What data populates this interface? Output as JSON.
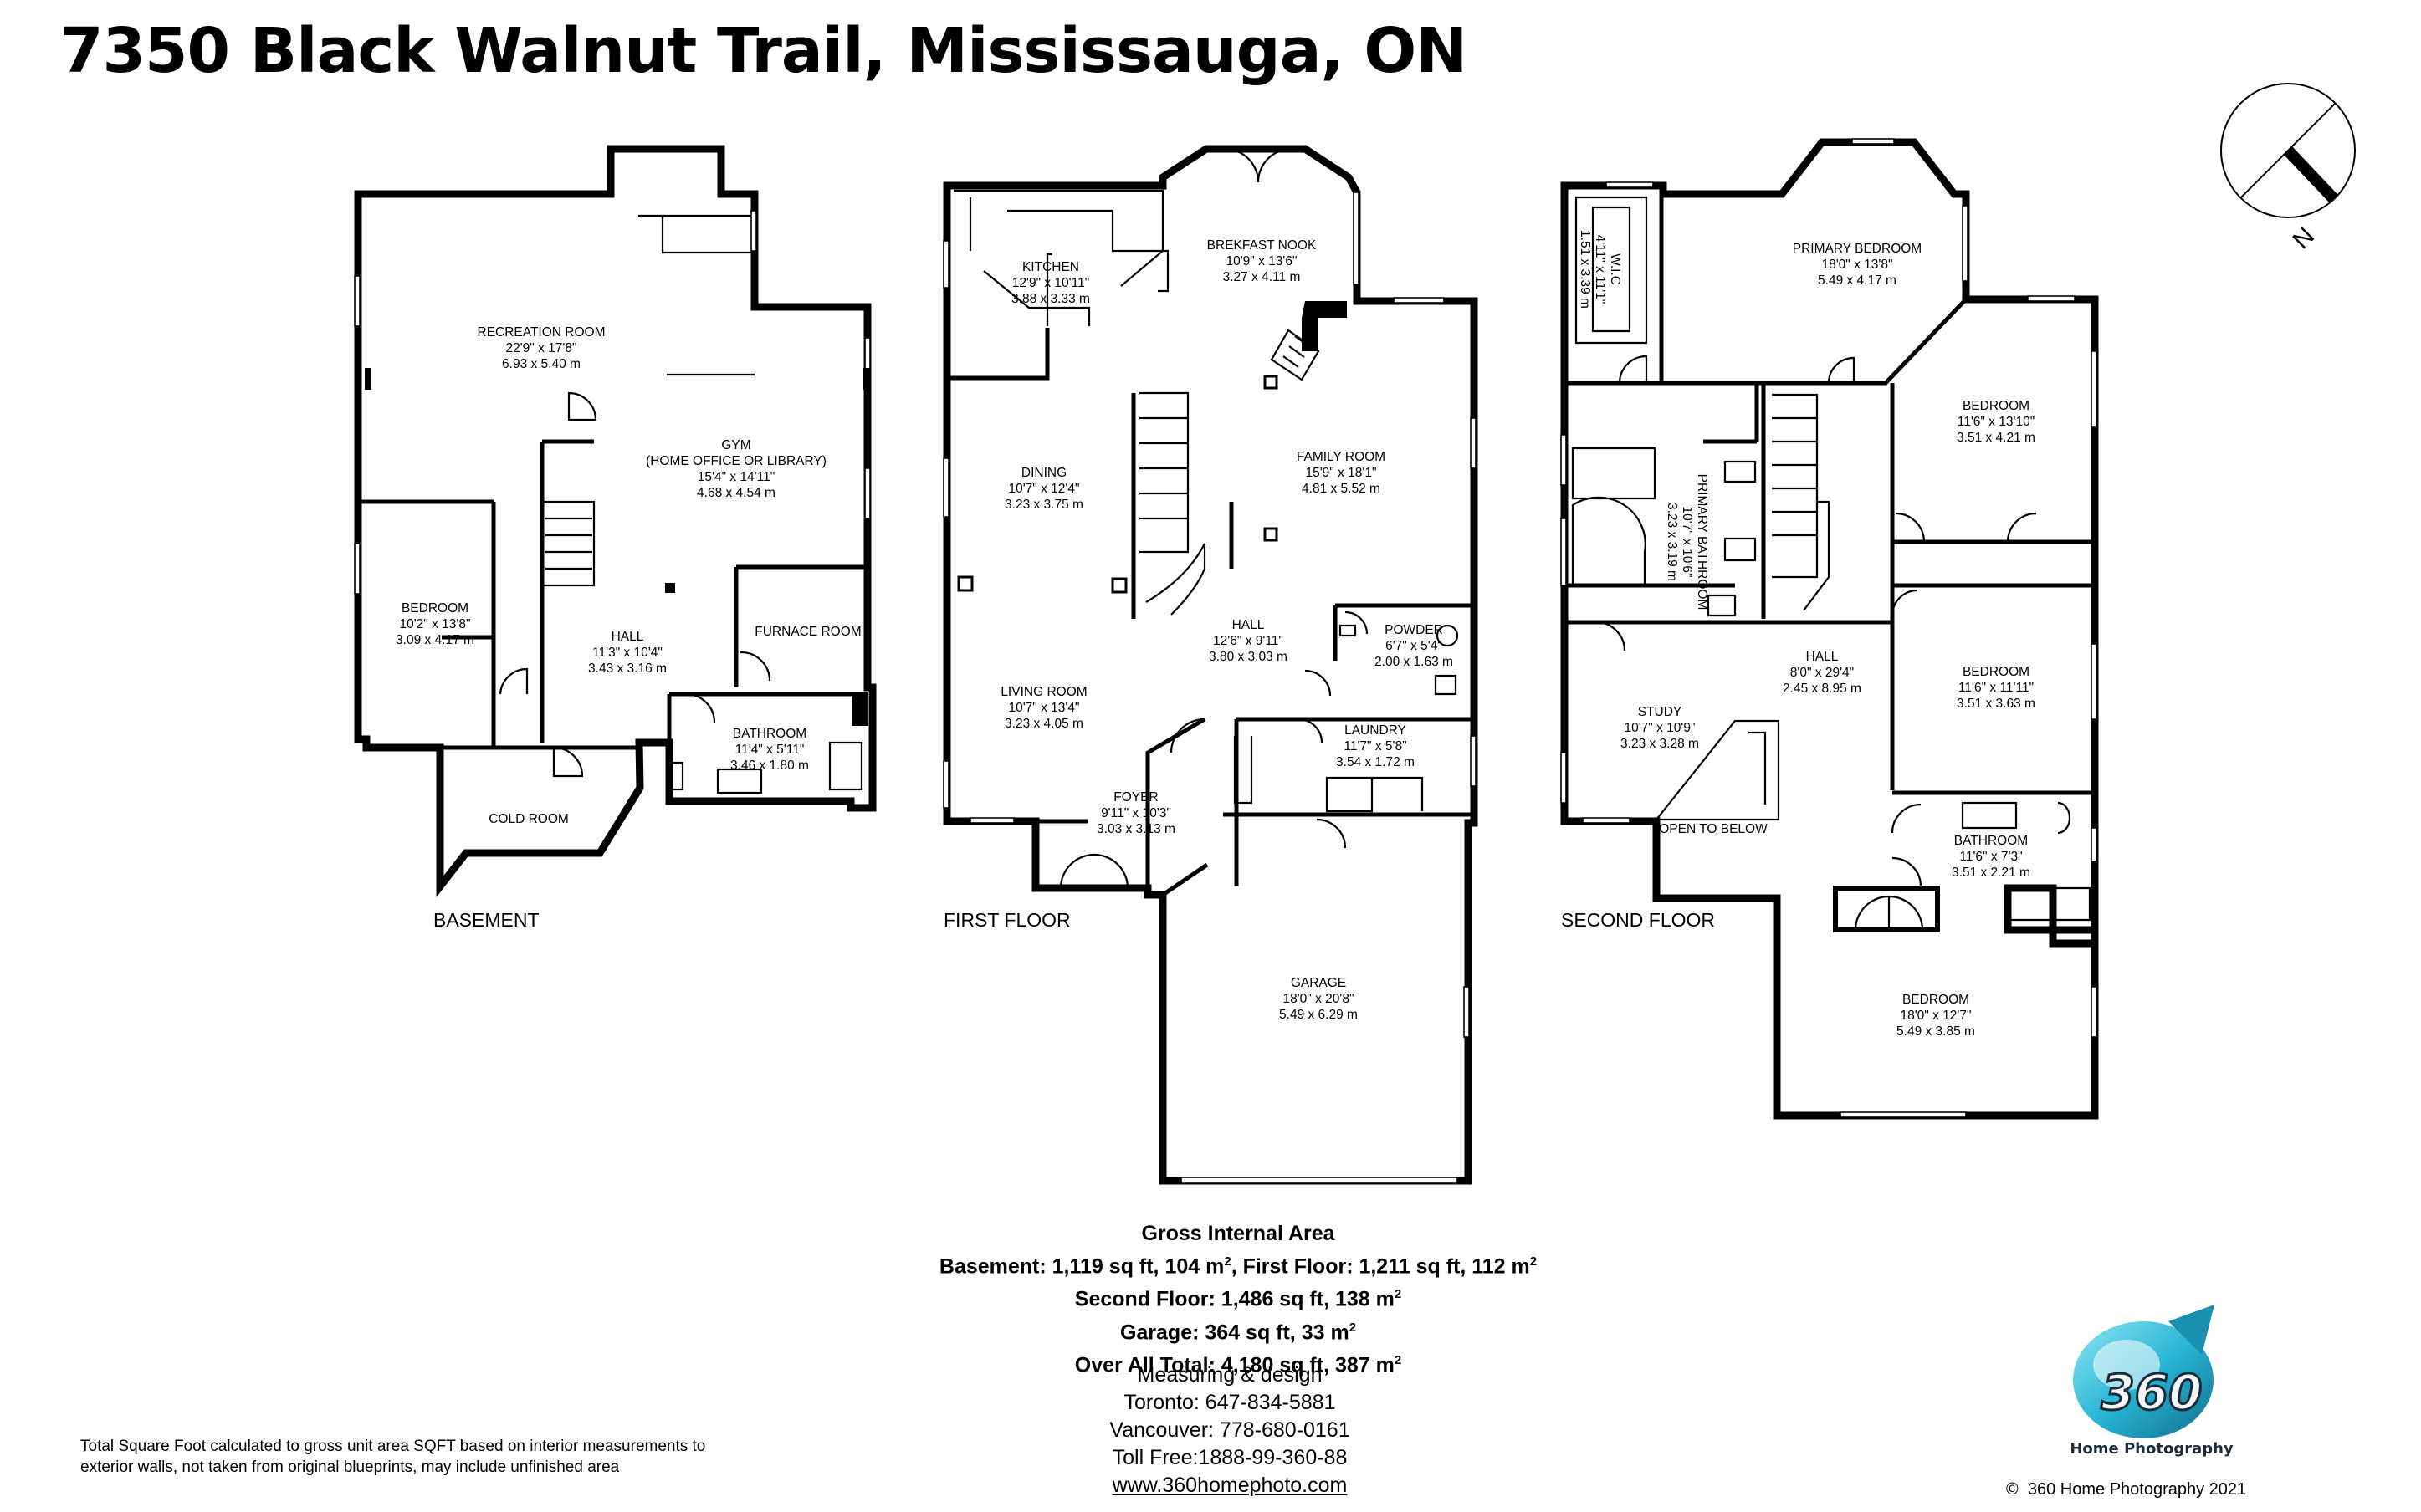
{
  "title": "7350 Black Walnut Trail, Mississauga, ON",
  "floors": {
    "basement": {
      "label": "BASEMENT",
      "rooms": [
        {
          "name": "RECREATION ROOM",
          "imperial": "22'9\" x 17'8\"",
          "metric": "6.93 x 5.40 m"
        },
        {
          "name": "GYM",
          "name2": "(HOME OFFICE OR LIBRARY)",
          "imperial": "15'4\" x 14'11\"",
          "metric": "4.68 x 4.54 m"
        },
        {
          "name": "BEDROOM",
          "imperial": "10'2\" x 13'8\"",
          "metric": "3.09 x 4.17 m"
        },
        {
          "name": "HALL",
          "imperial": "11'3\" x 10'4\"",
          "metric": "3.43 x 3.16 m"
        },
        {
          "name": "FURNACE ROOM"
        },
        {
          "name": "BATHROOM",
          "imperial": "11'4\" x 5'11\"",
          "metric": "3.46 x 1.80 m"
        },
        {
          "name": "COLD ROOM"
        }
      ]
    },
    "first": {
      "label": "FIRST FLOOR",
      "rooms": [
        {
          "name": "KITCHEN",
          "imperial": "12'9\" x 10'11\"",
          "metric": "3.88 x 3.33 m"
        },
        {
          "name": "BREKFAST NOOK",
          "imperial": "10'9\" x 13'6\"",
          "metric": "3.27 x 4.11 m"
        },
        {
          "name": "DINING",
          "imperial": "10'7\" x 12'4\"",
          "metric": "3.23 x 3.75 m"
        },
        {
          "name": "FAMILY ROOM",
          "imperial": "15'9\" x 18'1\"",
          "metric": "4.81 x 5.52 m"
        },
        {
          "name": "HALL",
          "imperial": "12'6\" x 9'11\"",
          "metric": "3.80 x 3.03 m"
        },
        {
          "name": "POWDER",
          "imperial": "6'7\" x 5'4\"",
          "metric": "2.00 x 1.63 m"
        },
        {
          "name": "LIVING ROOM",
          "imperial": "10'7\" x 13'4\"",
          "metric": "3.23 x 4.05 m"
        },
        {
          "name": "LAUNDRY",
          "imperial": "11'7\" x 5'8\"",
          "metric": "3.54 x 1.72 m"
        },
        {
          "name": "FOYER",
          "imperial": "9'11\" x 10'3\"",
          "metric": "3.03 x 3.13 m"
        },
        {
          "name": "GARAGE",
          "imperial": "18'0\" x 20'8\"",
          "metric": "5.49 x 6.29 m"
        }
      ]
    },
    "second": {
      "label": "SECOND FLOOR",
      "rooms": [
        {
          "name": "W.I.C",
          "imperial": "4'11\" x 11'1\"",
          "metric": "1.51 x 3.39 m"
        },
        {
          "name": "PRIMARY BEDROOM",
          "imperial": "18'0\" x 13'8\"",
          "metric": "5.49 x 4.17 m"
        },
        {
          "name": "BEDROOM",
          "imperial": "11'6\" x 13'10\"",
          "metric": "3.51 x 4.21 m"
        },
        {
          "name": "PRIMARY BATHROOM",
          "imperial": "10'7\" x 10'6\"",
          "metric": "3.23 x 3.19 m"
        },
        {
          "name": "HALL",
          "imperial": "8'0\" x 29'4\"",
          "metric": "2.45 x 8.95 m"
        },
        {
          "name": "BEDROOM",
          "imperial": "11'6\" x 11'11\"",
          "metric": "3.51 x 3.63 m"
        },
        {
          "name": "STUDY",
          "imperial": "10'7\" x 10'9\"",
          "metric": "3.23 x 3.28 m"
        },
        {
          "name": "OPEN TO BELOW"
        },
        {
          "name": "BATHROOM",
          "imperial": "11'6\" x 7'3\"",
          "metric": "3.51 x 2.21 m"
        },
        {
          "name": "BEDROOM",
          "imperial": "18'0\" x 12'7\"",
          "metric": "5.49 x 3.85 m"
        }
      ]
    }
  },
  "compass": {
    "label": "N"
  },
  "gross_area": {
    "heading": "Gross Internal Area",
    "basement": "Basement: 1,119 sq ft, 104 m",
    "first": ", First Floor: 1,211 sq ft, 112 m",
    "second": "Second Floor: 1,486 sq ft, 138 m",
    "garage": "Garage: 364 sq ft, 33 m",
    "total": "Over All Total: 4,180 sq ft, 387 m",
    "sup": "2"
  },
  "contact": {
    "line1": "Measuring & design",
    "toronto": "Toronto: 647-834-5881",
    "vancouver": "Vancouver: 778-680-0161",
    "tollfree": "Toll Free:1888-99-360-88",
    "website": "www.360homephoto.com"
  },
  "disclaimer": "Total Square Foot calculated to gross unit area SQFT based on interior measurements to exterior walls, not taken from original blueprints, may include unfinished area",
  "logo": {
    "number": "360",
    "text": "Home Photography",
    "color": "#29b6d6"
  },
  "copyright": {
    "symbol": "©",
    "text": "360 Home Photography 2021"
  }
}
